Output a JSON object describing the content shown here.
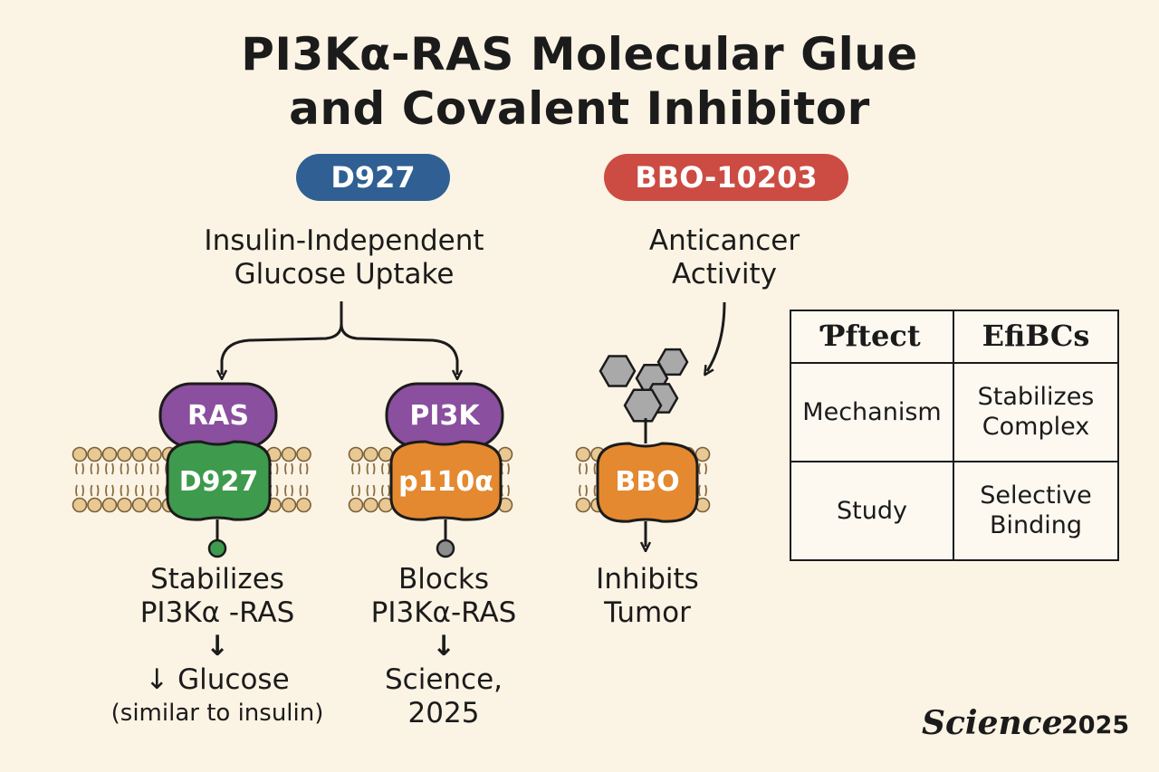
{
  "title_line1": "PI3Kα-RAS Molecular Glue",
  "title_line2": "and Covalent Inhibitor",
  "drugs": [
    {
      "label": "D927",
      "color": "#2f5f93",
      "effect_line1": "Insulin-Independent",
      "effect_line2": "Glucose Uptake"
    },
    {
      "label": "BBO-10203",
      "color": "#cc4b42",
      "effect_line1": "Anticancer",
      "effect_line2": "Activity"
    }
  ],
  "complex1": {
    "top_label": "RAS",
    "bottom_label": "D927",
    "top_color": "#8a4f9e",
    "bottom_color": "#3e9a4c",
    "result_line1": "Stabilizes",
    "result_line2": "PI3Kα -RAS",
    "down_arrow": "↓",
    "outcome_line1": "↓ Glucose",
    "outcome_line2": "(similar to insulin)"
  },
  "complex2": {
    "top_label": "PI3K",
    "bottom_label": "p110α",
    "top_color": "#8a4f9e",
    "bottom_color": "#e4892f",
    "result_line1": "Blocks",
    "result_line2": "PI3Kα-RAS",
    "down_arrow": "↓",
    "outcome_line1": "Science,",
    "outcome_line2": "2025"
  },
  "complex3": {
    "label": "BBO",
    "color": "#e4892f",
    "result_line1": "Inhibits",
    "result_line2": "Tumor"
  },
  "table": {
    "header": [
      "Ƥftect",
      "EfiBCs"
    ],
    "rows": [
      [
        "Mechanism",
        "Stabilizes Complex"
      ],
      [
        "Study",
        "Selective Binding"
      ]
    ]
  },
  "footer": {
    "journal": "Science",
    "year": "2025"
  },
  "colors": {
    "background": "#fbf3e4",
    "membrane": "#e8c893",
    "molecule": "#a9a9a9"
  }
}
